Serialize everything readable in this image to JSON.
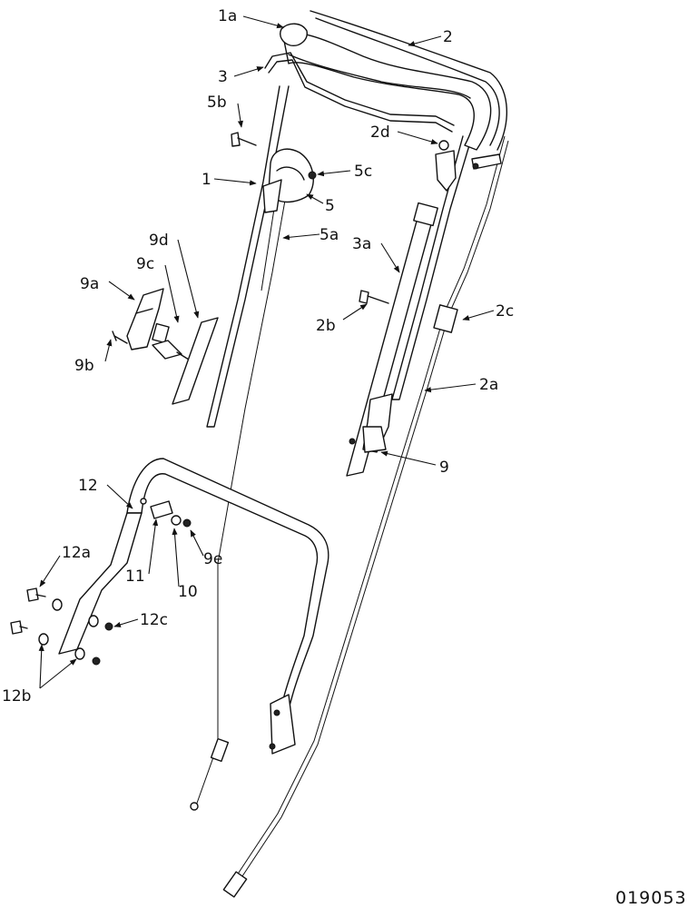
{
  "diagram": {
    "drawing_number": "019053",
    "labels": {
      "p1a": "1a",
      "p2": "2",
      "p3": "3",
      "p5b": "5b",
      "p2d": "2d",
      "p5c": "5c",
      "p1": "1",
      "p5": "5",
      "p9d": "9d",
      "p5a": "5a",
      "p3a": "3a",
      "p9c": "9c",
      "p9a": "9a",
      "p2c": "2c",
      "p2b": "2b",
      "p9b": "9b",
      "p2a": "2a",
      "p9": "9",
      "p12": "12",
      "p9e": "9e",
      "p12a": "12a",
      "p11": "11",
      "p10": "10",
      "p12c": "12c",
      "p12b": "12b"
    }
  }
}
